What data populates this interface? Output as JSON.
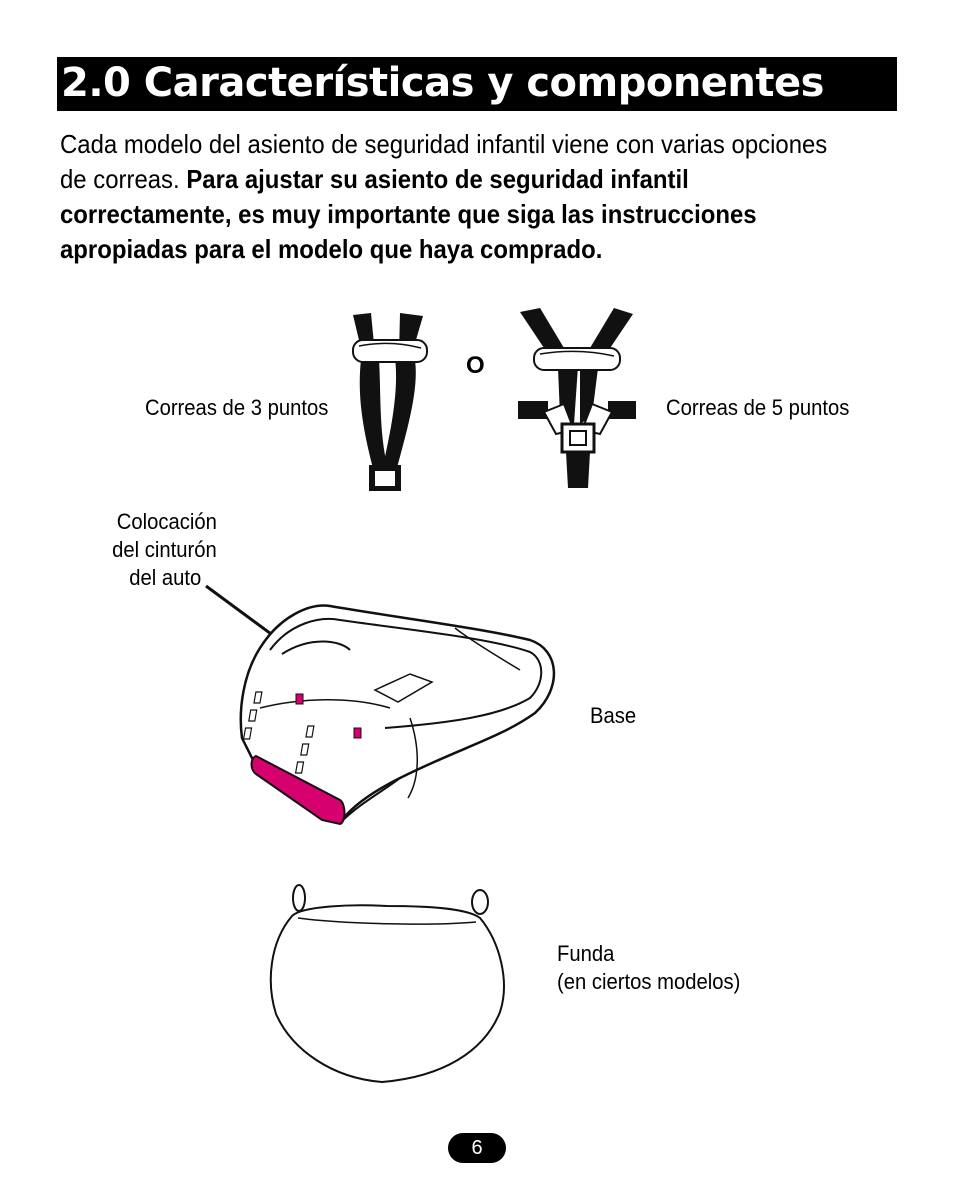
{
  "header": {
    "title": "2.0 Características y componentes"
  },
  "intro": {
    "plain": "Cada modelo del asiento de seguridad infantil viene con varias opciones de correas. ",
    "bold": "Para ajustar su asiento de seguridad infantil correctamente, es muy importante que siga las instrucciones apropiadas para el modelo que haya comprado."
  },
  "figures": {
    "harness_3pt_label": "Correas de 3 puntos",
    "or_text": "O",
    "harness_5pt_label": "Correas de 5 puntos",
    "belt_routing_line1": "Colocación",
    "belt_routing_line2": "del cinturón",
    "belt_routing_line3": "del auto",
    "base_label": "Base",
    "cover_line1": "Funda",
    "cover_line2": "(en ciertos modelos)"
  },
  "colors": {
    "accent_magenta": "#d6006f",
    "title_bar": "#000000"
  },
  "footer": {
    "page_number": "6"
  }
}
